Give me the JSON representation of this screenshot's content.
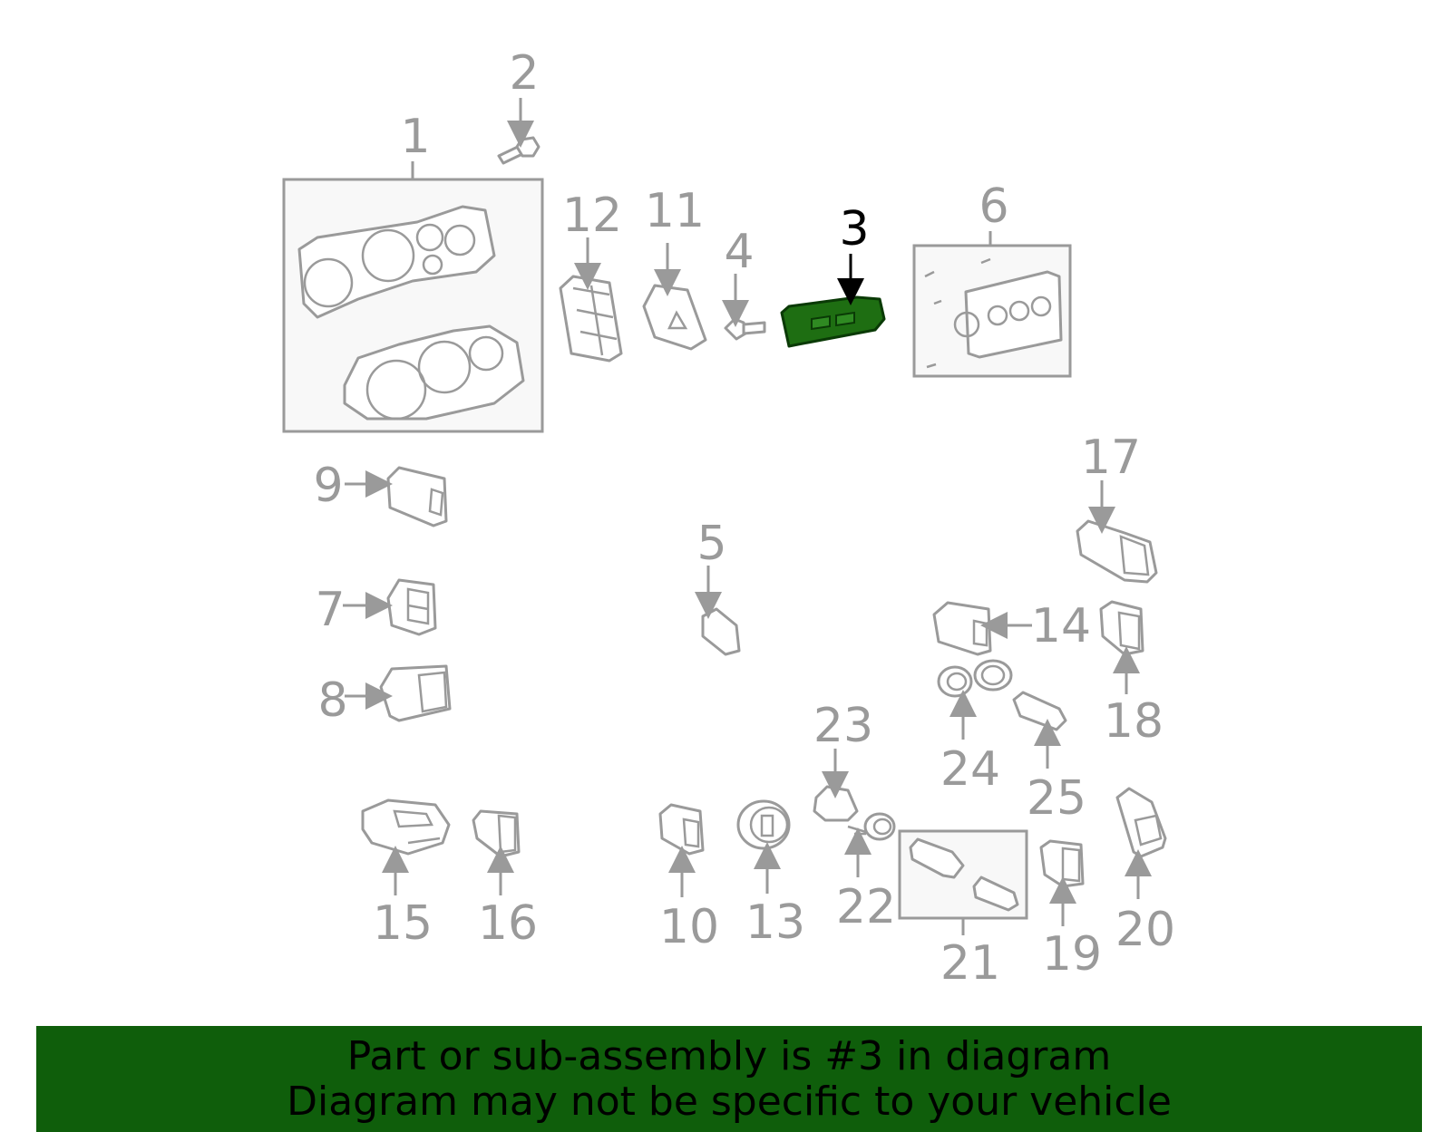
{
  "callouts": {
    "c1": "1",
    "c2": "2",
    "c3": "3",
    "c4": "4",
    "c5": "5",
    "c6": "6",
    "c7": "7",
    "c8": "8",
    "c9": "9",
    "c10": "10",
    "c11": "11",
    "c12": "12",
    "c13": "13",
    "c14": "14",
    "c15": "15",
    "c16": "16",
    "c17": "17",
    "c18": "18",
    "c19": "19",
    "c20": "20",
    "c21": "21",
    "c22": "22",
    "c23": "23",
    "c24": "24",
    "c25": "25"
  },
  "highlight": {
    "part": "3",
    "color": "#0f5e0b"
  },
  "colors": {
    "line": "#9a9a9a",
    "highlight_text": "#000000",
    "banner": "#0f5e0b"
  },
  "banner": {
    "line1": "Part or sub-assembly is #3 in diagram",
    "line2": "Diagram may not be specific to your vehicle"
  }
}
